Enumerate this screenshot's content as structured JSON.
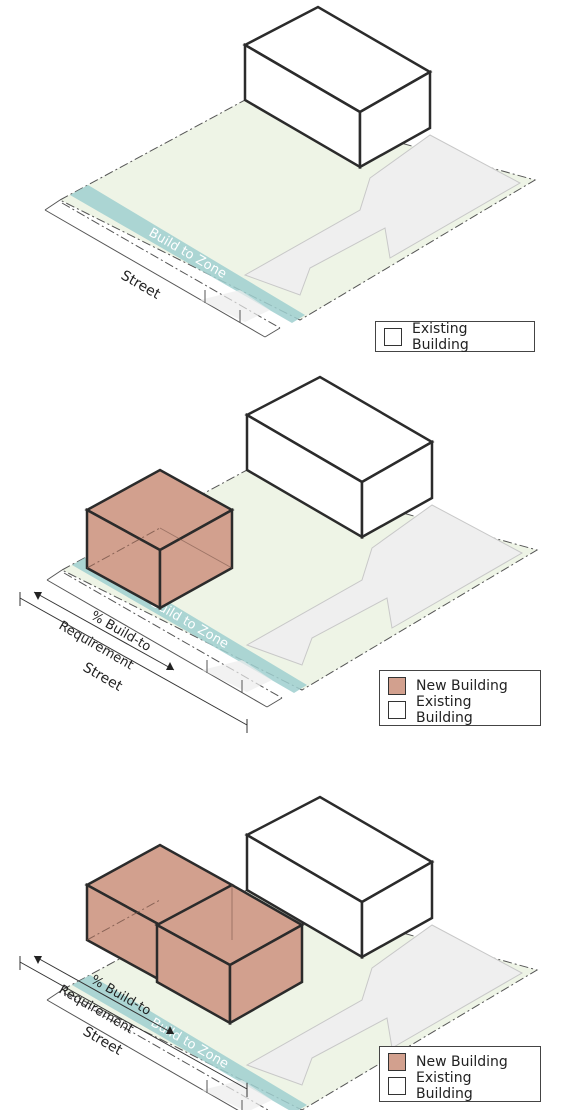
{
  "colors": {
    "lot_fill": "#eef4e6",
    "existing_footprint": "#f0f0f0",
    "build_zone": "#9fcfcf",
    "new_building": "#d2a08e",
    "outline": "#2b2b2b"
  },
  "panels": [
    {
      "street_label": "Street",
      "zone_label": "Build to Zone",
      "legend": [
        "Existing Building"
      ]
    },
    {
      "street_label": "Street",
      "zone_label": "Build to Zone",
      "requirement_label_line1": "% Build-to",
      "requirement_label_line2": "Requirement",
      "legend": [
        "New Building",
        "Existing Building"
      ]
    },
    {
      "street_label": "Street",
      "zone_label": "Build to Zone",
      "requirement_label_line1": "% Build-to",
      "requirement_label_line2": "Requirement",
      "legend": [
        "New Building",
        "Existing Building"
      ]
    }
  ]
}
